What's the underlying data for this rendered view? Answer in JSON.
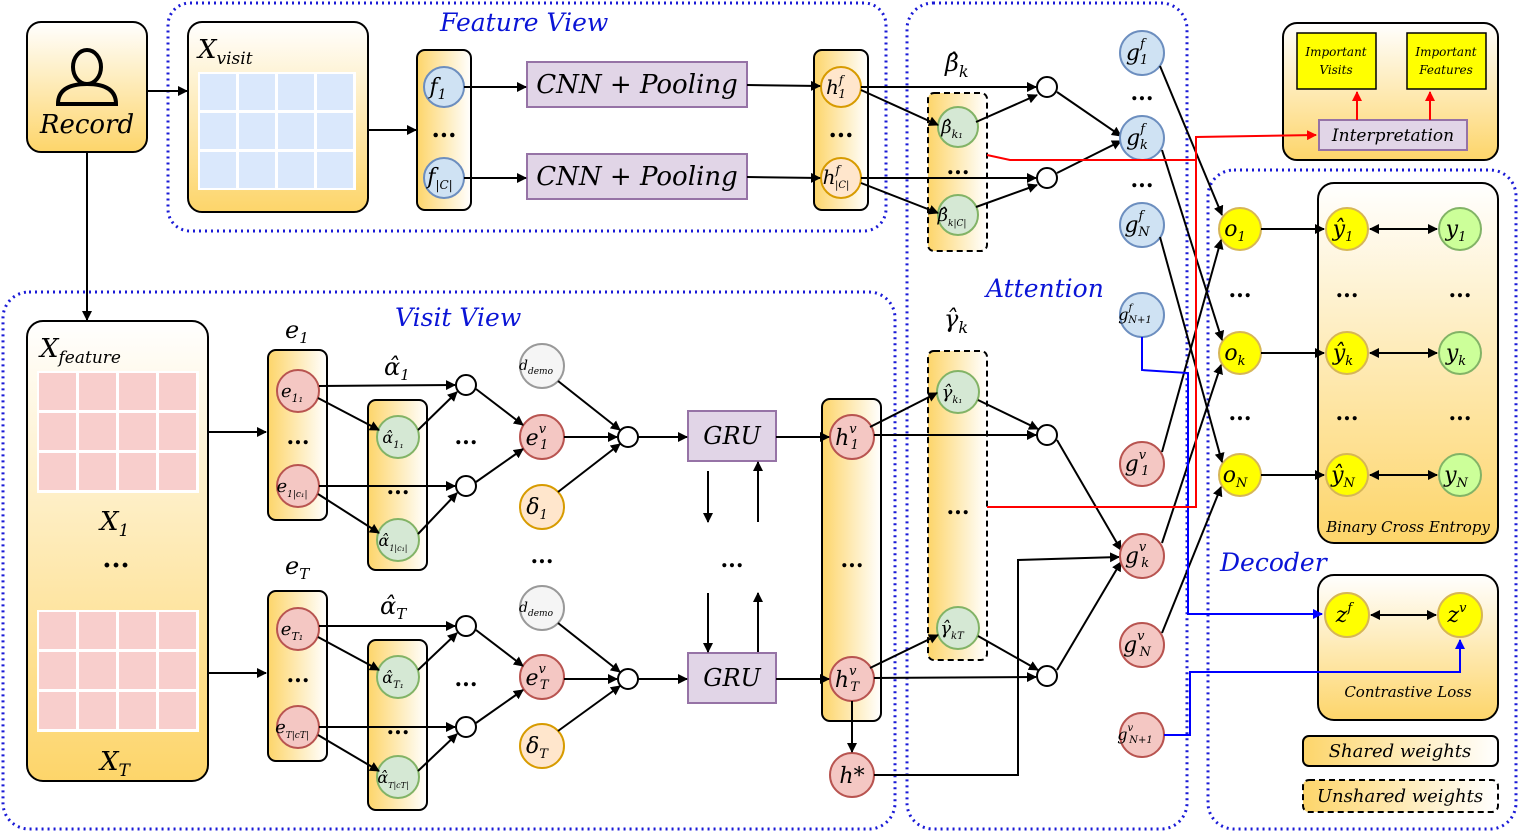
{
  "sections": {
    "feature_view": "Feature View",
    "visit_view": "Visit View",
    "attention": "Attention",
    "decoder": "Decoder"
  },
  "record": "Record",
  "x_visit": "X",
  "x_visit_sub": "visit",
  "x_feature": "X",
  "x_feature_sub": "feature",
  "x1": "X",
  "x1_sub": "1",
  "xT": "X",
  "xT_sub": "T",
  "feature_view": {
    "f1": "f",
    "f1_sub": "1",
    "fc": "f",
    "fc_sub": "|C|",
    "cnn_label": "CNN + Pooling",
    "h1": "h",
    "h1_sup": "f",
    "h1_sub": "1",
    "hc": "h",
    "hc_sup": "f",
    "hc_sub": "|C|"
  },
  "attention": {
    "beta_k": "β̂",
    "beta_k_sub": "k",
    "beta_k1": "β̂",
    "beta_k1_sub": "k₁",
    "beta_kc": "β̂",
    "beta_kc_sub": "k|C|",
    "gamma_k": "γ̂",
    "gamma_k_sub": "k",
    "gamma_k1": "γ̂",
    "gamma_k1_sub": "k₁",
    "gamma_kT": "γ̂",
    "gamma_kT_sub": "kT",
    "g_f": [
      "g",
      "g",
      "g",
      "g"
    ],
    "g_f_subs": [
      "1",
      "k",
      "N",
      "N+1"
    ],
    "g_v_subs": [
      "1",
      "k",
      "N",
      "N+1"
    ],
    "g_sup_f": "f",
    "g_sup_v": "v"
  },
  "visit_view": {
    "e1_title": "e",
    "e1_title_sub": "1",
    "eT_title": "e",
    "eT_title_sub": "T",
    "alpha1_title": "α̂",
    "alpha1_title_sub": "1",
    "alphaT_title": "α̂",
    "alphaT_title_sub": "T",
    "d_demo": "d",
    "d_demo_sub": "demo",
    "delta1": "δ",
    "delta1_sub": "1",
    "deltaT": "δ",
    "deltaT_sub": "T",
    "e1v": "e",
    "e1v_sub": "1",
    "eTv": "e",
    "eTv_sub": "T",
    "v_sup": "v",
    "gru": "GRU",
    "h_star": "h*"
  },
  "decoder": {
    "o_subs": [
      "1",
      "k",
      "N"
    ],
    "y_subs": [
      "1",
      "k",
      "N"
    ],
    "bce": "Binary Cross Entropy",
    "zf": "z",
    "zf_sup": "f",
    "zv": "z",
    "zv_sup": "v",
    "contrastive": "Contrastive Loss"
  },
  "interpretation": {
    "label": "Interpretation",
    "important_visits": [
      "Important",
      "Visits"
    ],
    "important_features": [
      "Important",
      "Features"
    ]
  },
  "legend": {
    "shared": "Shared weights",
    "unshared": "Unshared weights"
  },
  "ellipsis": "...",
  "colors": {
    "section_title": "#0a14d6",
    "blue_node": "#cfe2f3",
    "red_node": "#f4c7c3",
    "green_node": "#d5e8d4",
    "yellow_node": "#ffff00",
    "purple_box": "#e1d5e7",
    "orange_node": "#ffe6cc",
    "red_line": "#ff0000",
    "blue_line": "#0000ff"
  }
}
